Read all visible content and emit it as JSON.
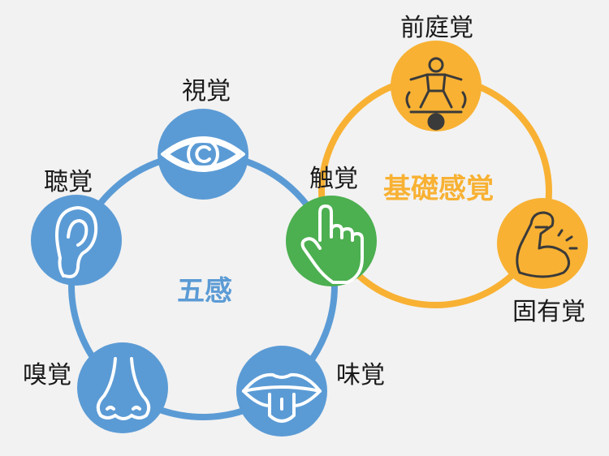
{
  "five_senses": {
    "title": "五感",
    "color": "#5b9bd5",
    "items": {
      "sight": "視覚",
      "hearing": "聴覚",
      "touch": "触覚",
      "smell": "嗅覚",
      "taste": "味覚"
    }
  },
  "basic_senses": {
    "title": "基礎感覚",
    "color": "#f8b133",
    "items": {
      "vestibular": "前庭覚",
      "proprioception": "固有覚"
    }
  },
  "touch_color": "#4caf50"
}
